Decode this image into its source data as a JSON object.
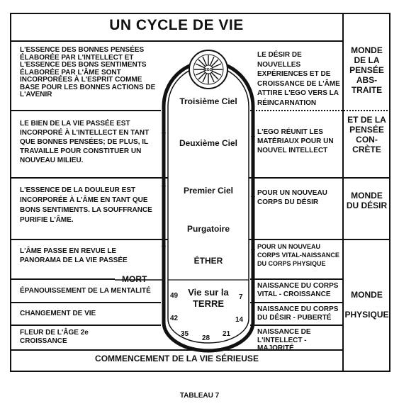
{
  "title": "UN CYCLE DE VIE",
  "caption": "TABLEAU 7",
  "footer": "COMMENCEMENT DE LA VIE SÉRIEUSE",
  "emblem_label": "EGO",
  "left_texts": [
    "L'ESSENCE DES BONNES PENSÉES ÉLABORÉE PAR L'INTELLECT ET L'ESSENCE DES BONS SENTIMENTS ÉLABORÉE PAR L'ÂME SONT INCORPORÉES À L'ESPRIT COMME BASE POUR LES BONNES ACTIONS DE L'AVENIR",
    "LE BIEN DE LA VIE PASSÉE EST INCORPORÉ À L'INTELLECT EN TANT QUE BONNES PENSÉES; DE PLUS, IL TRAVAILLE POUR CONSTITUER UN NOUVEAU MILIEU.",
    "L'ESSENCE DE LA DOULEUR EST INCORPORÉE À L'ÂME EN TANT QUE BONS SENTIMENTS. LA SOUFFRANCE PURIFIE L'ÂME.",
    "L'ÂME PASSE EN REVUE LE PANORAMA DE LA VIE PASSÉE",
    "ÉPANOUISSEMENT DE LA MENTALITÉ",
    "CHANGEMENT DE VIE",
    "FLEUR DE L'ÂGE 2e CROISSANCE"
  ],
  "right_texts": [
    "LE DÉSIR DE NOUVELLES EXPÉRIENCES ET DE CROISSANCE DE L'ÂME ATTIRE L'EGO VERS LA RÉINCARNATION",
    "L'EGO RÉUNIT LES MATÉRIAUX POUR UN NOUVEL INTELLECT",
    "POUR UN NOUVEAU CORPS DU DÉSIR",
    "POUR UN NOUVEAU CORPS VITAL-NAISSANCE DU CORPS PHYSIQUE",
    "NAISSANCE DU CORPS VITAL - CROISSANCE",
    "NAISSANCE DU CORPS DU DÉSIR - PUBERTÉ",
    "NAISSANCE DE L'INTELLECT - MAJORITÉ"
  ],
  "center_labels": {
    "third_heaven": "Troisième Ciel",
    "second_heaven": "Deuxième Ciel",
    "first_heaven": "Premier Ciel",
    "purgatory": "Purgatoire",
    "ether": "ÉTHER",
    "earth": "Vie sur la TERRE",
    "death": "MORT"
  },
  "ages": [
    "49",
    "42",
    "35",
    "28",
    "21",
    "14",
    "7"
  ],
  "worlds": [
    "MONDE DE LA PENSÉE ABS- TRAITE",
    "ET DE LA PENSÉE CON- CRÈTE",
    "MONDE DU DÉSIR",
    "MONDE PHYSIQUE"
  ]
}
